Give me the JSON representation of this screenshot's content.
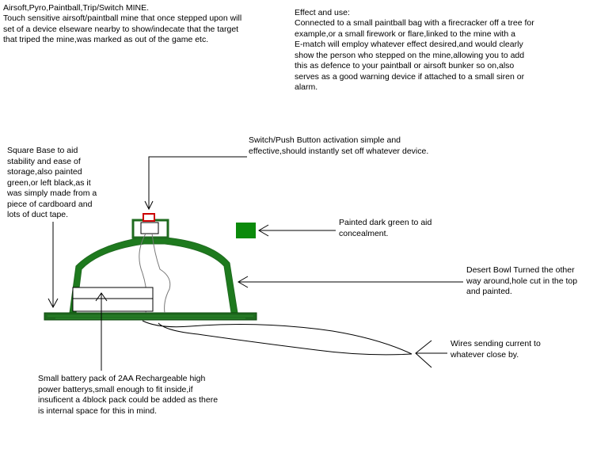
{
  "colors": {
    "paint_green": "#1e7a1e",
    "dark_green": "#1f6b1f",
    "swatch_green": "#0b8a0b",
    "line": "#000000",
    "background": "#ffffff",
    "button_red": "#cc0000"
  },
  "header": {
    "title": "Airsoft,Pyro,Paintball,Trip/Switch MINE.",
    "description": "Touch sensitive airsoft/paintball mine that once stepped upon will\nset of a device elseware nearby to show/indecate that the target\nthat triped the mine,was marked as out of the game etc."
  },
  "effect": {
    "heading": "Effect and use:",
    "body": "Connected to a small paintball bag with a firecracker off a tree for\nexample,or a small firework or flare,linked to the mine with a\nE-match will employ whatever effect desired,and would clearly\nshow the person who stepped on the mine,allowing you to add\nthis as defence to your paintball or airsoft bunker so on,also\nserves as a good warning device if attached to a small siren or\nalarm."
  },
  "callouts": {
    "square_base": "Square Base to aid\nstability and ease of\nstorage,also painted\ngreen,or left black,as it\nwas simply made from a\npiece of cardboard and\nlots of duct tape.",
    "switch": "Switch/Push Button activation simple and\neffective,should instantly set off whatever device.",
    "painted": "Painted dark green to aid\nconcealment.",
    "bowl": "Desert Bowl Turned the other\nway around,hole cut in the top\nand painted.",
    "wires": "Wires sending current to\nwhatever close by.",
    "battery": "Small battery pack of 2AA Rechargeable high\npower batterys,small enough to fit inside,if\ninsuficent a 4block pack could be added as there\nis internal space for this in mind."
  }
}
